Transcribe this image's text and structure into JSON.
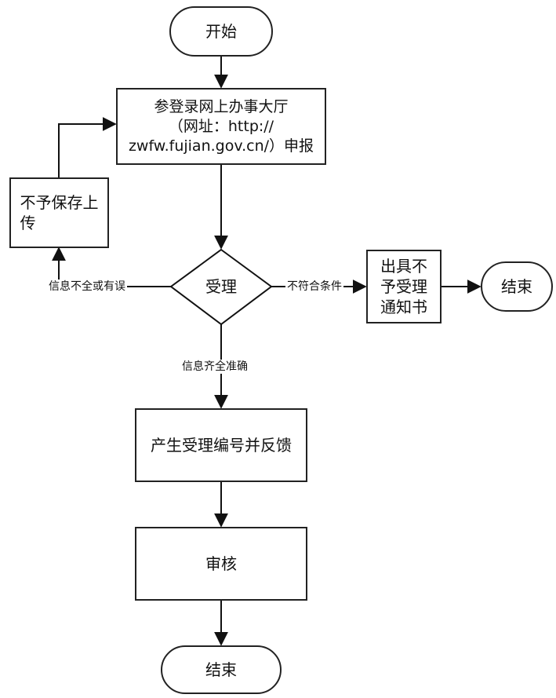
{
  "nodes": {
    "start": "开始",
    "login": {
      "line1": "参登录网上办事大厅",
      "line2": "（网址：http://",
      "line3": "zwfw.fujian.gov.cn/）申报"
    },
    "not_saved": {
      "line1": "不予保存上",
      "line2": "传"
    },
    "accept": "受理",
    "reject_notice": {
      "line1": "出具不",
      "line2": "予受理",
      "line3": "通知书"
    },
    "end_right": "结束",
    "feedback": "产生受理编号并反馈",
    "review": "审核",
    "end_bottom": "结束"
  },
  "edge_labels": {
    "info_incomplete": "信息不全或有误",
    "not_qualified": "不符合条件",
    "info_complete": "信息齐全准确"
  }
}
